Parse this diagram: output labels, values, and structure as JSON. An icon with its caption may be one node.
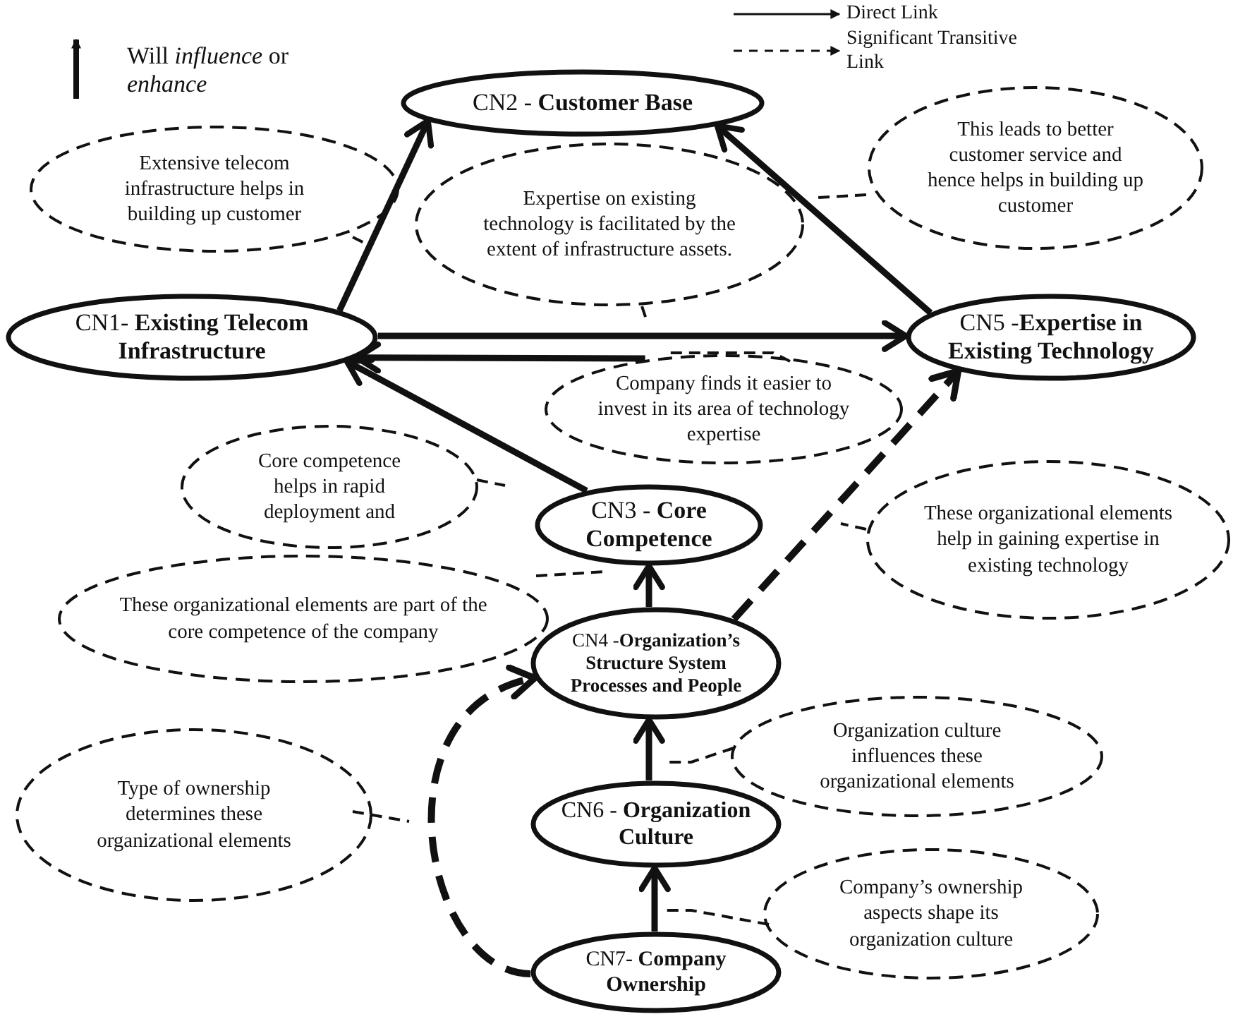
{
  "diagram": {
    "nodes": [
      {
        "text": [
          "CN1- **Existing Telecom Infrastructure**"
        ]
      },
      {
        "text": [
          "CN2 - **Customer Base**"
        ]
      },
      {
        "text": [
          "CN5 -**Expertise in Existing Technology**"
        ]
      },
      {
        "text": [
          "CN3 - **Core Competence**"
        ]
      },
      {
        "text": [
          "CN4 -**Organization’s Structure System Processes and People**"
        ]
      },
      {
        "text": [
          "CN6 - **Organization Culture**"
        ]
      },
      {
        "text": [
          "CN7- **Company Ownership**"
        ]
      },
      {
        "text": [
          "Extensive telecom infrastructure helps in building up customer"
        ]
      },
      {
        "text": [
          "Expertise on existing technology is facilitated by the extent of infrastructure assets."
        ]
      },
      {
        "text": [
          "This leads to better customer service and hence helps in building up customer"
        ]
      },
      {
        "text": [
          "Company finds it easier to invest in its area of technology expertise"
        ]
      },
      {
        "text": [
          "Core competence helps in rapid deployment and"
        ]
      },
      {
        "text": [
          "These organizational elements are part of the core competence of the company"
        ]
      },
      {
        "text": [
          "These organizational elements help in gaining expertise in existing technology"
        ]
      },
      {
        "text": [
          "Type of ownership determines these organizational elements"
        ]
      },
      {
        "text": [
          "Organization culture influences these organizational elements"
        ]
      },
      {
        "text": [
          "Company’s ownership aspects shape its organization culture"
        ]
      }
    ],
    "edges": [
      {
        "from": 0,
        "to": 1,
        "arrow": "to"
      },
      {
        "from": 2,
        "to": 1,
        "arrow": "to"
      },
      {
        "from": 0,
        "to": 2,
        "arrow": "to"
      },
      {
        "from": 10,
        "to": 0,
        "arrow": "to"
      },
      {
        "from": 3,
        "to": 0,
        "arrow": "to"
      },
      {
        "from": 4,
        "to": 3,
        "arrow": "to"
      },
      {
        "from": 4,
        "to": 2,
        "arrow": "to",
        "style": "dashed"
      },
      {
        "from": 5,
        "to": 4,
        "arrow": "to"
      },
      {
        "from": 6,
        "to": 5,
        "arrow": "to"
      },
      {
        "from": 6,
        "to": 4,
        "arrow": "to",
        "style": "dashed"
      }
    ],
    "legend": [
      {
        "text": "Will *influence* or *enhance*"
      },
      {
        "text": "Direct Link"
      },
      {
        "text": "Significant Transitive Link"
      }
    ]
  }
}
